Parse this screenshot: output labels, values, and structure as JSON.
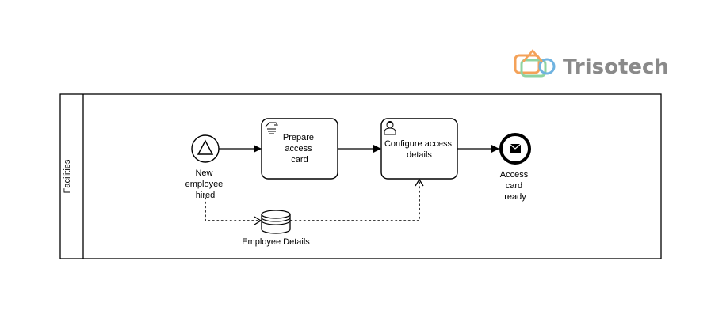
{
  "logo": {
    "text": "Trisotech"
  },
  "pool": {
    "lane_label": "Facilities"
  },
  "nodes": {
    "start_event": {
      "label_lines": [
        "New",
        "employee",
        "hired"
      ]
    },
    "task_prepare": {
      "label_lines": [
        "Prepare",
        "access",
        "card"
      ],
      "type_icon": "manual-task-hand-icon"
    },
    "task_configure": {
      "label_lines": [
        "Configure access",
        "details"
      ],
      "type_icon": "user-task-person-icon"
    },
    "end_event": {
      "label_lines": [
        "Access",
        "card",
        "ready"
      ],
      "type_icon": "message-envelope-icon"
    },
    "data_store": {
      "label": "Employee Details"
    }
  },
  "colors": {
    "stroke": "#000000",
    "logo_text": "#8a8a8a",
    "logo_orange": "#f4a259",
    "logo_green": "#8fd3a0",
    "logo_blue": "#6fb3e0"
  }
}
